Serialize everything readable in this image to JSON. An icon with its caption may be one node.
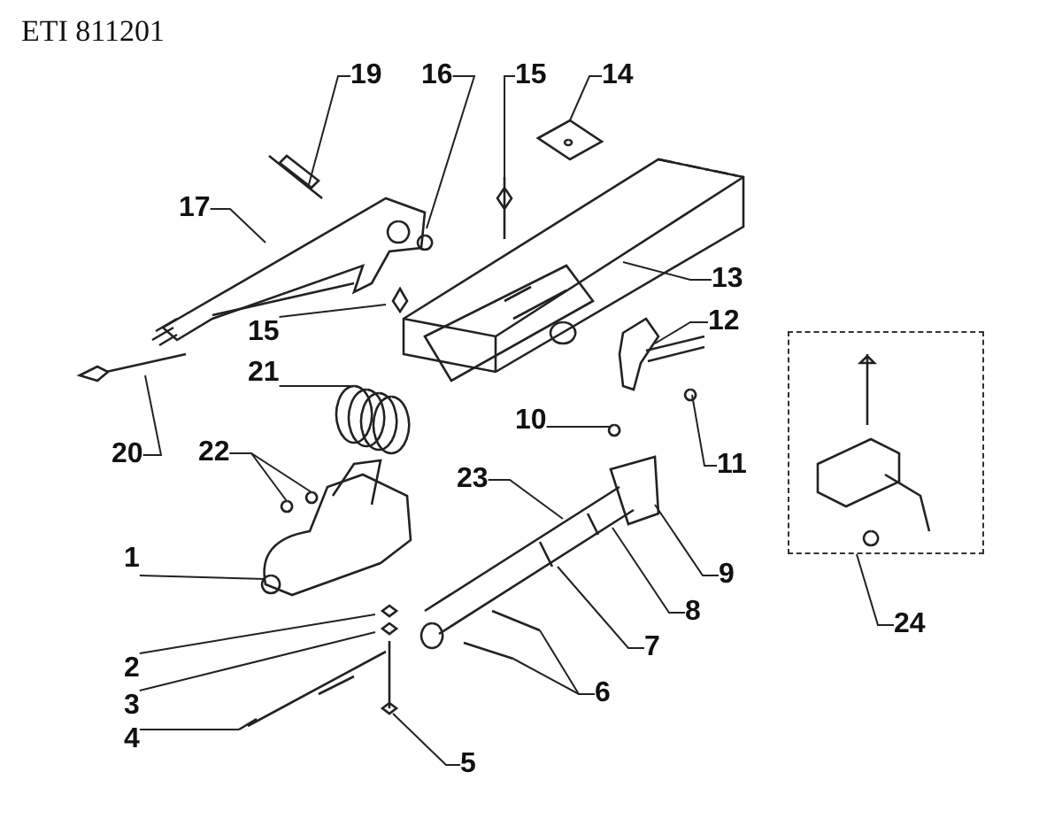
{
  "diagram": {
    "title": "ETI 811201",
    "nodes": [
      {
        "text": [
          "19"
        ]
      },
      {
        "text": [
          "16"
        ]
      },
      {
        "text": [
          "15"
        ]
      },
      {
        "text": [
          "14"
        ]
      },
      {
        "text": [
          "17"
        ]
      },
      {
        "text": [
          "13"
        ]
      },
      {
        "text": [
          "12"
        ]
      },
      {
        "text": [
          "15"
        ]
      },
      {
        "text": [
          "21"
        ]
      },
      {
        "text": [
          "10"
        ]
      },
      {
        "text": [
          "11"
        ]
      },
      {
        "text": [
          "20"
        ]
      },
      {
        "text": [
          "22"
        ]
      },
      {
        "text": [
          "23"
        ]
      },
      {
        "text": [
          "1"
        ]
      },
      {
        "text": [
          "9"
        ]
      },
      {
        "text": [
          "8"
        ]
      },
      {
        "text": [
          "7"
        ]
      },
      {
        "text": [
          "2"
        ]
      },
      {
        "text": [
          "6"
        ]
      },
      {
        "text": [
          "3"
        ]
      },
      {
        "text": [
          "4"
        ]
      },
      {
        "text": [
          "5"
        ]
      },
      {
        "text": [
          "24"
        ]
      },
      {
        "text": [],
        "shape": "box"
      }
    ],
    "edges": [
      {
        "from": 0,
        "to": null,
        "arrow": "none"
      },
      {
        "from": 1,
        "to": null,
        "arrow": "none"
      },
      {
        "from": 2,
        "to": null,
        "arrow": "none"
      },
      {
        "from": 3,
        "to": null,
        "arrow": "none"
      },
      {
        "from": 4,
        "to": null,
        "arrow": "none"
      },
      {
        "from": 5,
        "to": null,
        "arrow": "none"
      },
      {
        "from": 6,
        "to": null,
        "arrow": "none"
      },
      {
        "from": 7,
        "to": null,
        "arrow": "none"
      },
      {
        "from": 8,
        "to": null,
        "arrow": "none"
      },
      {
        "from": 9,
        "to": null,
        "arrow": "none"
      },
      {
        "from": 10,
        "to": null,
        "arrow": "none"
      },
      {
        "from": 11,
        "to": null,
        "arrow": "none"
      },
      {
        "from": 12,
        "to": null,
        "arrow": "none"
      },
      {
        "from": 12,
        "to": null,
        "arrow": "none"
      },
      {
        "from": 13,
        "to": null,
        "arrow": "none"
      },
      {
        "from": 14,
        "to": null,
        "arrow": "none"
      },
      {
        "from": 15,
        "to": null,
        "arrow": "none"
      },
      {
        "from": 16,
        "to": null,
        "arrow": "none"
      },
      {
        "from": 17,
        "to": null,
        "arrow": "none"
      },
      {
        "from": 18,
        "to": null,
        "arrow": "none"
      },
      {
        "from": 19,
        "to": null,
        "arrow": "none"
      },
      {
        "from": 19,
        "to": null,
        "arrow": "none"
      },
      {
        "from": 20,
        "to": null,
        "arrow": "none"
      },
      {
        "from": 21,
        "to": null,
        "arrow": "none"
      },
      {
        "from": 22,
        "to": null,
        "arrow": "none"
      },
      {
        "from": 23,
        "to": 24,
        "arrow": "none"
      }
    ]
  }
}
